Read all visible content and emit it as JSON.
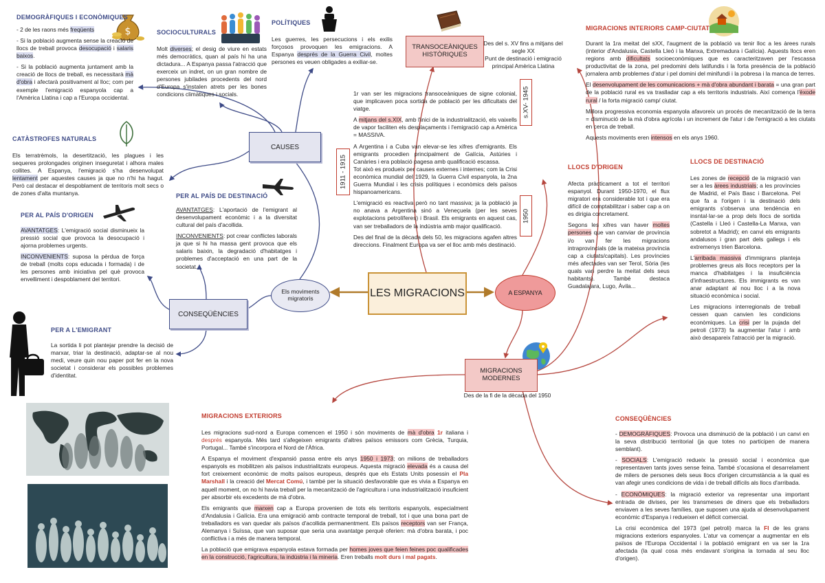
{
  "dem": {
    "title": "DEMOGRÀFIQUES I ECONÒMIQUES",
    "l1a": "- 2 de les raons més ",
    "l1b": "freqüents",
    "l2a": "- Si la població augmenta sense la creació de llocs de treball provoca ",
    "l2b": "desocupació",
    "l2c": " i ",
    "l2d": "salaris baixos",
    "l2e": ".",
    "l3a": "- Si la població augmenta juntament amb la creació de llocs de treball, es necessitarà ",
    "l3b": "mà d'obra",
    "l3c": " i afectarà positivament al lloc; com per exemple l'emigració espanyola cap a l'Amèrica Llatina i cap a l'Europa occidental."
  },
  "soc": {
    "title": "SOCIOCULTURALS",
    "ta": "Molt ",
    "tb": "diverses",
    "tc": "; el desig de viure en estats més democràtics, quan al país hi ha una dictadura... A Espanya passa l'atracció que exerceix un indret, on un gran nombre de persones jubilades procedents del nord d'Europa s'instalen atrets per les bones condicions climàtiques i socials."
  },
  "pol": {
    "title": "POLÍTIQUES",
    "ta": "Les guerres, les persecucions i els exilis forçosos provoquen les emigracions. A Espanya ",
    "tb": "després de la Guerra Civil",
    "tc": ", moltes persones es veuen obligades a exiliar-se."
  },
  "trans": {
    "box": "TRANSOCEÀNIQUES HISTÒRIQUES",
    "side1": "Des del s. XV fins a mitjans del segle XX",
    "side2": "Punt de destinació i emigració principal Amèrica Llatina",
    "p1": "1r van ser les migracions transoceàniques de signe colonial, que implicaven poca sortida de població per les dificultats del viatge.",
    "p2a": "A ",
    "p2b": "mitjans del s.XIX",
    "p2c": ", amb l'inici de la industrialització, els vaixells de vapor faciliten els desplaçaments i l'emigració cap a Amèrica = MASSIVA.",
    "p3": "A Argentina i a Cuba van elevar-se les xifres d'emigrants. Els emigrants procedien principalment de Galícia, Astúries i Canàries i era població pagesa amb qualificació escassa.",
    "p3b": "Tot això es produeix per causes externes i internes; com la Crisi econòmica mundial del 1929, la Guerra Civil espanyola, la 2na Guerra Mundial i les crisis polítiques i econòmics dels països hispanoamericans.",
    "p4": "L'emigració es reactiva però no tant massiva; ja la població ja no anava a Argentina sinó a Veneçuela (per les seves explotacions petrolíferes) i Brasil. Els emigrants en aquest cas, van ser treballadors de la indústria amb major qualificació.",
    "p5": "Des del final de la dècada dels 50, les migracions agafen altres direccions. Finalment Europa va ser el lloc amb més destinació.",
    "v1": "1911 - 1915",
    "v2": "1950",
    "v3": "s.XV- 1945"
  },
  "interior": {
    "title": "MIGRACIONS INTERIORS CAMP-CIUTAT",
    "p1a": "Durant la 1ra meitat del sXX, l'augment de la població va tenir lloc a les àrees rurals (interior d'Andalusia, Castella Lleó i la Manxa, Extremadura i Galícia). Aquests llocs eren regions amb ",
    "p1b": "dificultats",
    "p1c": " socioeconòmiques que es caracteritzaven per l'escassa productivitat de la zona, pel predomini dels latifundis i la forta presència de la població jornalera amb problemes d'atur i pel domini del minifundi i la pobresa i la manca de terres.",
    "p2a": "El ",
    "p2b": "desenvolupament de les comunicacions + mà d'obra abundant i barata",
    "p2c": " = una gran part de la població rural es va traslladar cap a els territoris industrials. Així comença l'",
    "p2d": "èxode rural",
    "p2e": " / la forta migració camp/ ciutat.",
    "p3": "Millora progressiva economia espanyola afavoreix un procés de mecanització de la terra = disminució de la mà d'obra agrícola i un increment de l'atur i de l'emigració a les ciutats en cerca de treball.",
    "p4a": "Aquests moviments eren ",
    "p4b": "intensos",
    "p4c": " en els anys 1960."
  },
  "origen": {
    "title": "LLOCS D'ORIGEN",
    "p1": "Afecta pràcticament a tot el territori espanyol. Durant 1950-1970, el flux migratori era considerable tot i que era difícil de comptabilitzar i saber cap a on es dirigia concretament.",
    "p2a": "Segons les xifres van haver ",
    "p2b": "moltes persones",
    "p2c": " que van canviar de província i/o van fer les migracions intraprovincials (de la mateixa província cap a ciutats/capitals). Les províncies més afectades van ser Terol, Sòria (les quals van perdre la meitat dels seus habitants). També destaca Guadalajara, Lugo, Àvila..."
  },
  "desti": {
    "title": "LLOCS DE DESTINACIÓ",
    "p1a": "Les zones de ",
    "p1b": "recepció",
    "p1c": " de la migració van ser a les ",
    "p1d": "àrees industrials",
    "p1e": "; a les províncies de Madrid, el País Basc i Barcelona. Pel que fa a l'origen i la destinació dels emigrants s'observa una tendència en insntal·lar-se a prop dels llocs de sortida (Castella i Lleó i Castella-La Manxa, van sobretot a Madrid); en canvi els emigrants andalusos i gran part dels gallegs i els extremenys trien Barcelona.",
    "p2a": "L'",
    "p2b": "arribada massiva",
    "p2c": " d'immigrans planteja problemes greus als llocs receptors per la manca d'habitatges i la insuficiència d'infraestructures. Els immigrants es van anar adaptant al nou lloc i a la nova situació econòmica i social.",
    "p3a": "Les migracions interregionals de treball cessen quan canvien les condicions econòmiques. La ",
    "p3b": "crisi",
    "p3c": " per la pujada del petroli (1973) fa augmentar l'atur i amb això desapareix l'atracció per la migració."
  },
  "catas": {
    "title": "CATÀSTROFES NATURALS",
    "ta": "Els terratrèmols, la desertització, les plagues i les sequeres prolongades originen inseguretat i alhora males collites. A Espanya, l'emigració s'ha desenvolupat ",
    "tb": "lentament",
    "tc": " per aquestes causes ja que no n'hi ha hagut. Però cal destacar el despoblament de territoris molt secs o de zones d'alta muntanya."
  },
  "pdest": {
    "title": "PER AL PAÍS DE DESTINACIÓ",
    "a1": "AVANTATGES",
    "a2": ": L'aportació de l'emigrant al desenvolupament econòmic i a la diversitat cultural del país d'acollida.",
    "i1": "INCONVENIENTS",
    "i2": ": pot crear conflictes laborals ja que si hi ha massa gent provoca que els salaris baixin, la degradació d'habitatges i problemes d'acceptació en una part de la societat."
  },
  "porig": {
    "title": "PER AL PAÍS D'ORIGEN",
    "a1": "AVANTATGES",
    "a2": ": L'emigració social disminueix la pressió social que provoca la desocupació i ajorna problemes urgents.",
    "i1": "INCONVENIENTS",
    "i2": ": suposa la pèrdua de força de treball (molts cops educada i formada) i de les persones amb iniciativa pel què provoca envelliment i despoblament del territori."
  },
  "pemig": {
    "title": "PER A L'EMIGRANT",
    "t": "La sortida li pot plantejar prendre la decisió de marxar, triar la destinació, adaptar-se al nou medi, veure quin nou paper pot fer en la nova societat i considerar els possibles problemes d'identitat."
  },
  "nodes": {
    "causes": "CAUSES",
    "conseq": "CONSEQÜÈNCIES",
    "moviments": "Els moviments migratoris",
    "center": "LES MIGRACIONS",
    "espanya": "A ESPANYA",
    "moderns": "MIGRACIONS MODERNES",
    "moderns_sub": "Des de la fi de la dècada del 1950"
  },
  "ext": {
    "title": "MIGRACIONS EXTERIORS",
    "p1a": "Les migracions sud-nord a Europa comencen el 1950 i són moviments de ",
    "p1b": "mà d'obra",
    "p1c": " ",
    "p1d": "1r",
    "p1e": " italiana i ",
    "p1f": "després",
    "p1g": " espanyola. Més tard s'afegeixen emigrants d'altres països emissors com Grècia, Turquia, Portugal... També s'incorpora el Nord de l'Àfrica.",
    "p2a": "A Espanya el moviment d'expansió passa entre els anys ",
    "p2b": "1950 i 1973",
    "p2c": "; on milions de treballadors espanyols es mobilitzen als països industrialitzats europeus. Aquesta migració ",
    "p2d": "elevada",
    "p2e": " és a causa del fort creixement econòmic de molts països europeus, després que els Estats Units posessin el ",
    "p2f": "Pla Marshall",
    "p2g": " i la creació del ",
    "p2h": "Mercat Comú",
    "p2i": ", i també per la situació desfavorable que es vivia a Espanya en aquell moment, on no hi havia treball per la mecanització de l'agricultura i una industrialització insuficient per absorbir els excedents de mà d'obra.",
    "p3a": "Els emigrants que ",
    "p3b": "marxen",
    "p3c": " cap a Europa provenien de tots els territoris espanyols, especialment d'Andalusia i Galícia. Era una emigració amb contracte temporal de treball, tot i que una bona part de treballadors es van quedar als països d'acollida permanentment. Els països ",
    "p3d": "receptors",
    "p3e": " van ser França, Alemanya i Suïssa, que van suposar que seria una avantatge perquè oferien: mà d'obra barata, i poc conflictiva i a més de manera temporal.",
    "p4a": "La població que emigrava espanyola estava formada per ",
    "p4b": "homes joves que feien feines poc qualificades en la construcció, l'agricultura, la indústria i la mineria",
    "p4c": ". Eren treballs ",
    "p4d": "molt durs",
    "p4e": " i ",
    "p4f": "mal pagats",
    "p4g": "."
  },
  "conseqR": {
    "title": "CONSEQÜÈNCIES",
    "d1": "- ",
    "d2": "DEMOGRÀFIQUES",
    "d3": ": Provoca una disminució de la població i un canvi en la seva distribució territorial (ja que totes no participen de manera semblant).",
    "s1": "- ",
    "s2": "SOCIALS",
    "s3": ": L'emigració redueix la pressió social i econòmica que representaven tants joves sense feina. També s'ocasiona el desarrelament de milers de persones dels seus llocs d'origen circumstància a la qual es van afegir unes condicions de vida i de treball difícils als llocs d'arribada.",
    "e1": "- ",
    "e2": "ECONÒMIQUES",
    "e3": ": la migració exterior va representar una important entrada de divises, per les transmeses de diners que els treballadors enviaven a les seves famílies, que suposen una ajuda al desenvolupament econòmic d'Espanya i redueixen el dèficit comercial.",
    "c1": "La crisi econòmica del 1973 (pel petroli) marca la ",
    "c2": "FI",
    "c3": " de les grans migracions exteriors espanyoles. L'atur va començar a augmentar en els països de l'Europa Occidental i la població emigrant en va ser la 1ra afectada (la qual cosa més endavant s'origina la tornada al seu lloc d'origen)."
  },
  "icons": [
    "money-bag-icon",
    "crowd-icon",
    "speaker-podium-icon",
    "book-icon",
    "farm-icon",
    "leaf-icon",
    "airplane-icon",
    "globe-pin-icon",
    "migrant-silhouette"
  ]
}
